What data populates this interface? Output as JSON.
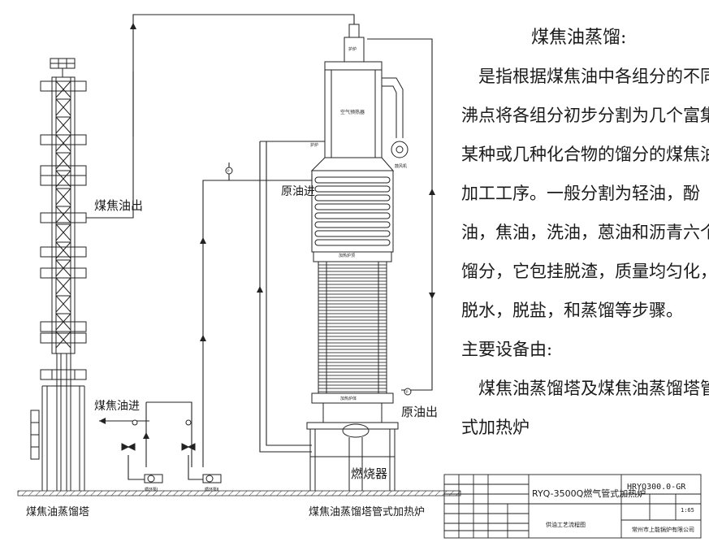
{
  "labels": {
    "coal_tar_out": "煤焦油出",
    "coal_tar_in": "煤焦油进",
    "crude_in": "原油进",
    "crude_out": "原油出",
    "burner": "燃烧器",
    "tower_name": "煤焦油蒸馏塔",
    "furnace_name": "煤焦油蒸馏塔管式加热炉",
    "furnace_top": "护炉",
    "air_preheater": "空气预热器",
    "flue_port": "护炉",
    "fan": "鼓风机",
    "heating_section_top": "加热炉顶",
    "heating_section_bottom": "加热炉体",
    "pump_left": "循环泵Ⅰ",
    "pump_right": "循环泵Ⅱ",
    "gauge_left": "P",
    "gauge_right": "P"
  },
  "description": {
    "title": "煤焦油蒸馏:",
    "lines": [
      "　是指根据煤焦油中各组分的不同",
      "沸点将各组分初步分割为几个富集",
      "某种或几种化合物的馏分的煤焦油",
      "加工工序。一般分割为轻油，酚",
      "油，焦油，洗油，蒽油和沥青六个",
      "馏分，它包挂脱渣，质量均匀化，",
      "脱水，脱盐，和蒸馏等步骤。",
      "主要设备由:",
      "　煤焦油蒸馏塔及煤焦油蒸馏塔管",
      "式加热炉"
    ]
  },
  "title_block": {
    "product_model": "RYQ-3500Q燃气管式加热炉",
    "drawing_no": "HRYQ300.0-GR",
    "scale": "1:65",
    "drawing_name": "供油工艺流程图",
    "company": "常州市上能锅炉有限公司"
  }
}
